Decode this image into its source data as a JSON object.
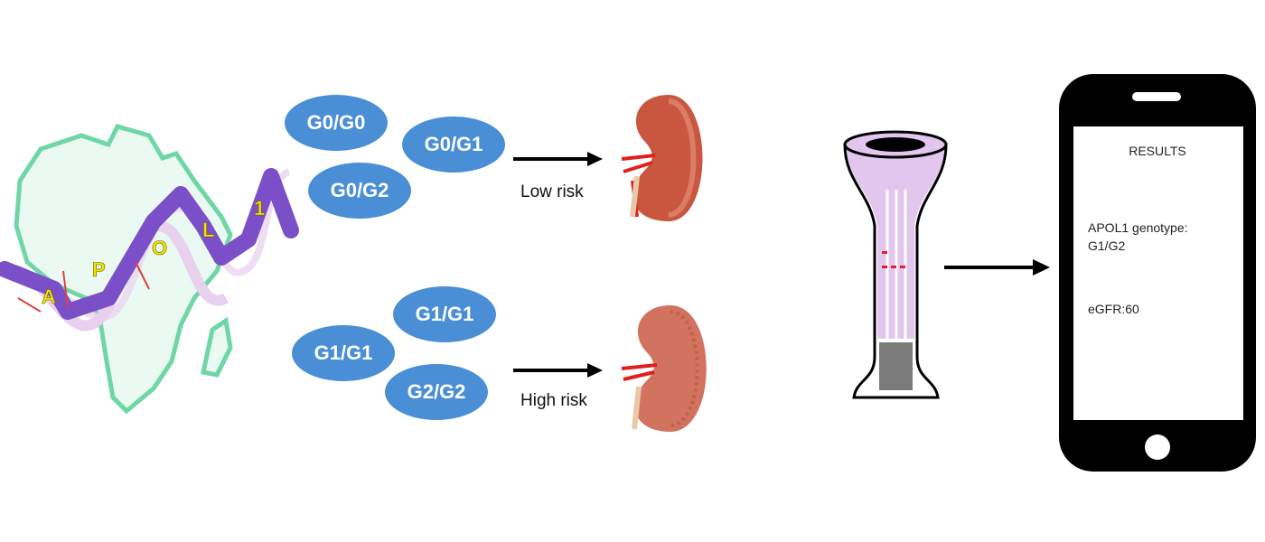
{
  "helix_letters": [
    "A",
    "P",
    "O",
    "L",
    "1"
  ],
  "low_risk": {
    "genotypes": [
      "G0/G0",
      "G0/G1",
      "G0/G2"
    ],
    "label": "Low risk"
  },
  "high_risk": {
    "genotypes": [
      "G1/G1",
      "G1/G1",
      "G2/G2"
    ],
    "label": "High risk"
  },
  "phone": {
    "title": "RESULTS",
    "genotype_label": "APOL1 genotype:",
    "genotype_value": "G1/G2",
    "egfr": "eGFR:60"
  },
  "colors": {
    "genotype_fill": "#4a8fd6",
    "helix": "#7a4fc8",
    "africa": "#8fe0b8",
    "tube": "#e3c6ee",
    "kidney": "#c9573f"
  }
}
